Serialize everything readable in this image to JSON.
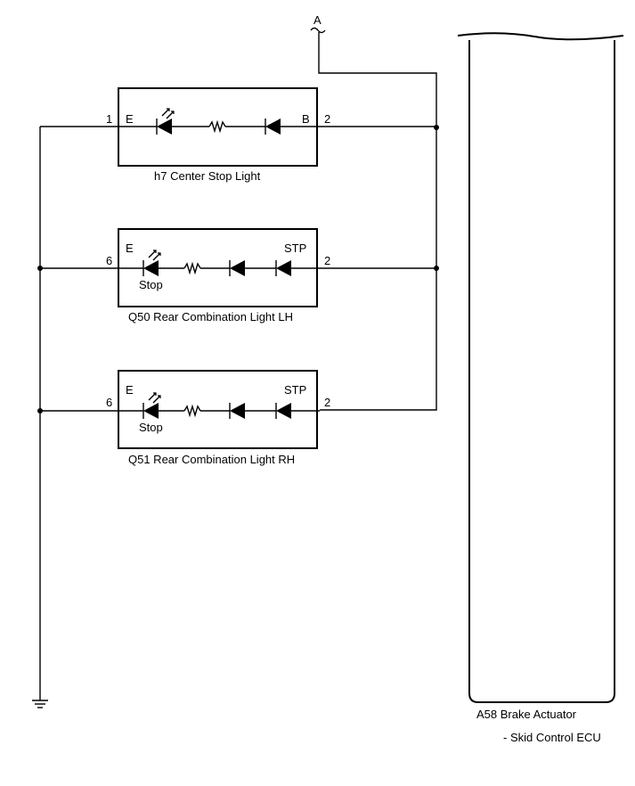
{
  "connector_ref": "A",
  "components": {
    "h7": {
      "caption": "h7  Center Stop Light",
      "pin_left_num": "1",
      "pin_left_name": "E",
      "pin_right_name": "B",
      "pin_right_num": "2"
    },
    "q50": {
      "caption": "Q50  Rear Combination Light LH",
      "pin_left_num": "6",
      "pin_left_name": "E",
      "pin_right_name": "STP",
      "pin_right_num": "2",
      "led_label": "Stop"
    },
    "q51": {
      "caption": "Q51  Rear Combination Light RH",
      "pin_left_num": "6",
      "pin_left_name": "E",
      "pin_right_name": "STP",
      "pin_right_num": "2",
      "led_label": "Stop"
    }
  },
  "ecu": {
    "caption_line1": "A58  Brake Actuator",
    "caption_line2": "- Skid Control ECU"
  },
  "icons": [
    "led-icon",
    "resistor-icon",
    "diode-icon",
    "ground-icon"
  ]
}
